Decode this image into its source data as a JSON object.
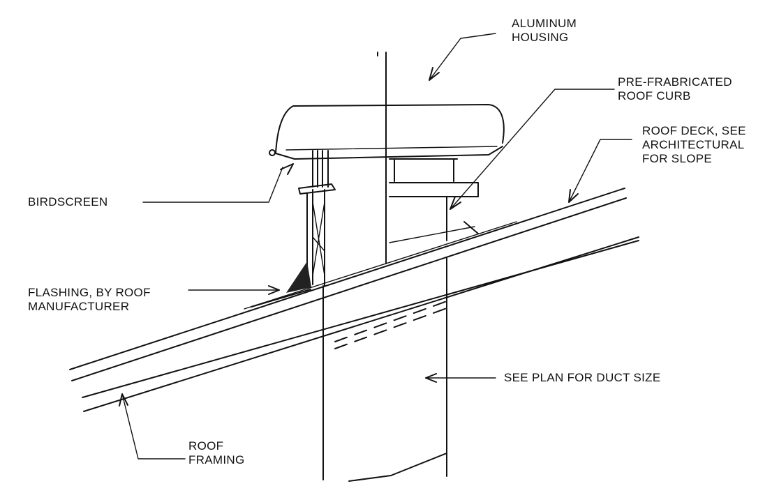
{
  "labels": {
    "aluminum_housing": [
      "ALUMINUM",
      "HOUSING"
    ],
    "roof_curb": [
      "PRE-FRABRICATED",
      "ROOF CURB"
    ],
    "roof_deck": [
      "ROOF DECK, SEE",
      "ARCHITECTURAL",
      "FOR SLOPE"
    ],
    "birdscreen": [
      "BIRDSCREEN"
    ],
    "flashing": [
      "FLASHING, BY ROOF",
      "MANUFACTURER"
    ],
    "duct_size": [
      "SEE PLAN FOR DUCT SIZE"
    ],
    "roof_framing": [
      "ROOF",
      "FRAMING"
    ]
  },
  "colors": {
    "line": "#111111",
    "background": "#ffffff"
  }
}
